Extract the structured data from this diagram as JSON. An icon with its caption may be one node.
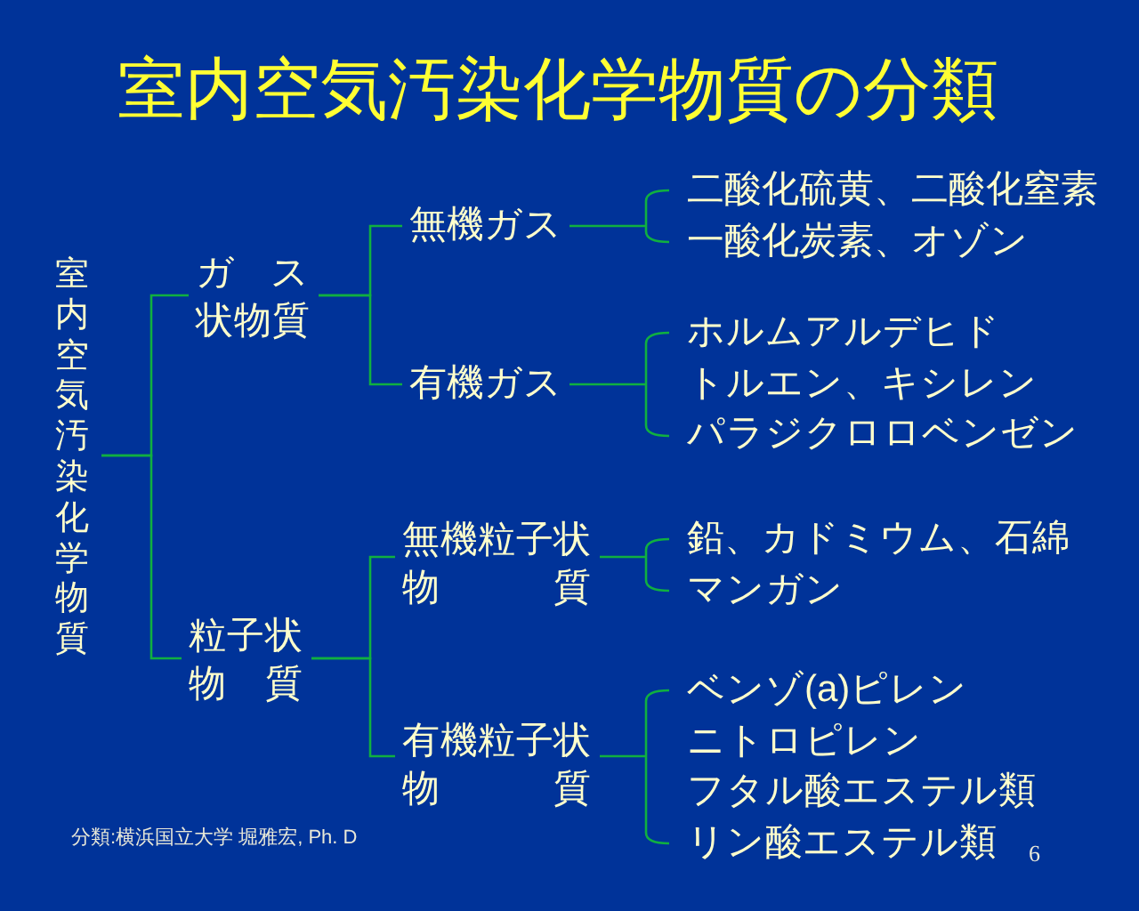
{
  "diagram": {
    "title": "室内空気汚染化学物質の分類",
    "nodes": [
      {
        "text": [
          "室内空気汚染化学物質"
        ]
      },
      {
        "text": [
          "ガス状物質"
        ]
      },
      {
        "text": [
          "粒子状物質"
        ]
      },
      {
        "text": [
          "無機ガス"
        ]
      },
      {
        "text": [
          "有機ガス"
        ]
      },
      {
        "text": [
          "無機粒子状物質"
        ]
      },
      {
        "text": [
          "有機粒子状物質"
        ]
      },
      {
        "text": [
          "二酸化硫黄、二酸化窒素",
          "一酸化炭素、オゾン"
        ]
      },
      {
        "text": [
          "ホルムアルデヒド",
          "トルエン、キシレン",
          "パラジクロロベンゼン"
        ]
      },
      {
        "text": [
          "鉛、カドミウム、石綿",
          "マンガン"
        ]
      },
      {
        "text": [
          "ベンゾ(a)ピレン",
          "ニトロピレン",
          "フタル酸エステル類",
          "リン酸エステル類"
        ]
      }
    ],
    "edges": [
      {
        "from": 0,
        "to": 1,
        "arrow": "none"
      },
      {
        "from": 0,
        "to": 2,
        "arrow": "none"
      },
      {
        "from": 1,
        "to": 3,
        "arrow": "none"
      },
      {
        "from": 1,
        "to": 4,
        "arrow": "none"
      },
      {
        "from": 2,
        "to": 5,
        "arrow": "none"
      },
      {
        "from": 2,
        "to": 6,
        "arrow": "none"
      },
      {
        "from": 3,
        "to": 7,
        "arrow": "none"
      },
      {
        "from": 4,
        "to": 8,
        "arrow": "none"
      },
      {
        "from": 5,
        "to": 9,
        "arrow": "none"
      },
      {
        "from": 6,
        "to": 10,
        "arrow": "none"
      }
    ],
    "labels": [
      "分類:横浜国立大学 堀雅宏, Ph. D",
      "6"
    ]
  }
}
